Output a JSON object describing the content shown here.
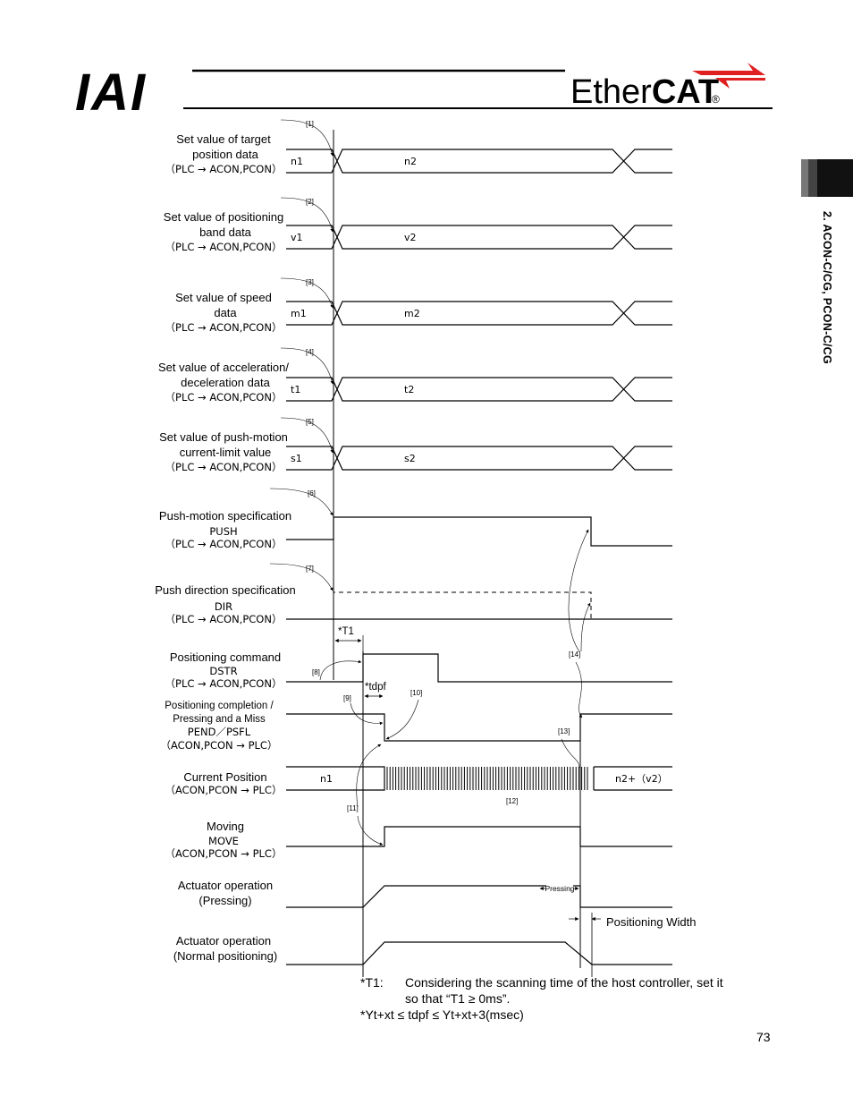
{
  "brand": {
    "logo": "IAI",
    "ether": "Ether",
    "cat": "CAT",
    "reg": "®"
  },
  "chapter": "2. ACON-C/CG, PCON-C/CG",
  "page_number": "73",
  "signals": [
    {
      "title1": "Set value of target",
      "title2": "position data",
      "dir": "（PLC → ACON,PCON）",
      "v_before": "n1",
      "v_after": "n2",
      "tag": "[1]"
    },
    {
      "title1": "Set value of positioning",
      "title2": "band data",
      "dir": "（PLC → ACON,PCON）",
      "v_before": "v1",
      "v_after": "v2",
      "tag": "[2]"
    },
    {
      "title1": "Set value of speed",
      "title2": "data",
      "dir": "（PLC → ACON,PCON）",
      "v_before": "m1",
      "v_after": "m2",
      "tag": "[3]"
    },
    {
      "title1": "Set value of acceleration/",
      "title2": "deceleration data",
      "dir": "（PLC → ACON,PCON）",
      "v_before": "t1",
      "v_after": "t2",
      "tag": "[4]"
    },
    {
      "title1": "Set value of push-motion",
      "title2": "current-limit value",
      "dir": "（PLC → ACON,PCON）",
      "v_before": "s1",
      "v_after": "s2",
      "tag": "[5]"
    }
  ],
  "push": {
    "title": "Push-motion specification",
    "name": "PUSH",
    "dir": "（PLC → ACON,PCON）",
    "tag": "[6]"
  },
  "pushdir": {
    "title": "Push direction specification",
    "name": "DIR",
    "dir": "（PLC → ACON,PCON）",
    "tag": "[7]"
  },
  "t1_label": "*T1",
  "dstr": {
    "title": "Positioning command",
    "name": "DSTR",
    "dir": "（PLC → ACON,PCON）",
    "tag": "[8]"
  },
  "pend": {
    "title1": "Positioning completion /",
    "title2": "Pressing and a Miss",
    "name": "PEND／PSFL",
    "dir": "（ACON,PCON → PLC）",
    "tag9": "[9]",
    "tag10": "[10]",
    "tag13": "[13]",
    "tdpf": "*tdpf"
  },
  "pos": {
    "title": "Current Position",
    "dir": "（ACON,PCON → PLC）",
    "v_before": "n1",
    "v_after": "n2+（v2）",
    "tag12": "[12]"
  },
  "move": {
    "title": "Moving",
    "name": "MOVE",
    "dir": "（ACON,PCON → PLC）",
    "tag11": "[11]"
  },
  "tag14": "[14]",
  "act_press": {
    "title1": "Actuator operation",
    "title2": "(Pressing)",
    "pressing": "Pressing"
  },
  "pos_width": "Positioning Width",
  "act_norm": {
    "title1": "Actuator operation",
    "title2": "(Normal positioning)"
  },
  "notes": {
    "t1_key": "*T1:",
    "t1_line1": "Considering the scanning time of the host controller, set it",
    "t1_line2": "so that “T1 ≥ 0ms”.",
    "tdpf_line": "*Yt+xt ≤ tdpf ≤ Yt+xt+3(msec)"
  }
}
